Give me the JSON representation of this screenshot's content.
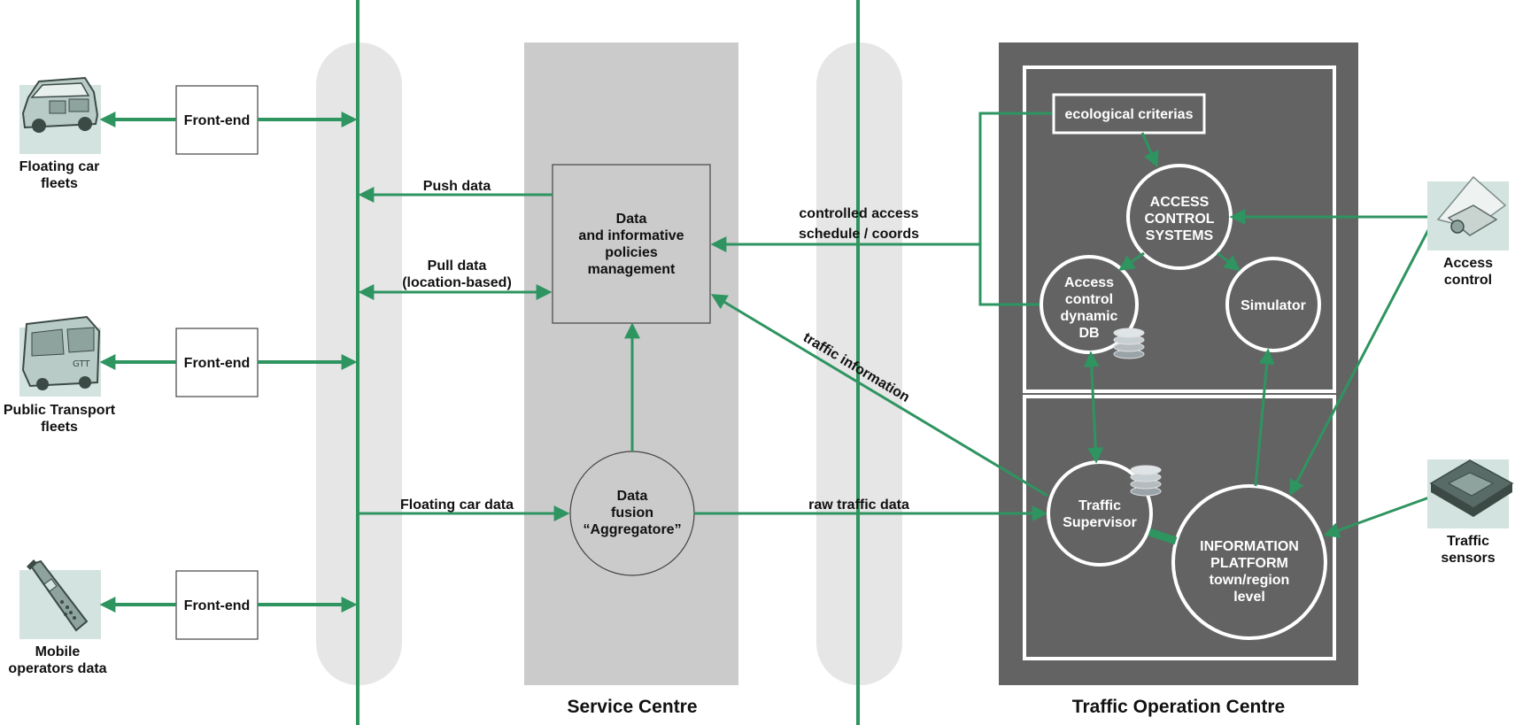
{
  "colors": {
    "arrow_green": "#2e9460",
    "bus_band": "#e6e6e6",
    "service_centre_bg": "#cbcbcb",
    "toc_bg": "#636363",
    "white": "#ffffff"
  },
  "sources": {
    "floating_car": {
      "line1": "Floating car",
      "line2": "fleets",
      "icon": "van-icon"
    },
    "public_transport": {
      "line1": "Public Transport",
      "line2": "fleets",
      "icon": "bus-icon"
    },
    "mobile": {
      "line1": "Mobile",
      "line2": "operators data",
      "icon": "mobile-phone-icon"
    }
  },
  "frontends": {
    "fe1": "Front-end",
    "fe2": "Front-end",
    "fe3": "Front-end"
  },
  "service_centre": {
    "title": "Service Centre",
    "dm_lines": [
      "Data",
      "and informative",
      "policies",
      "management"
    ],
    "fusion_lines": [
      "Data",
      "fusion",
      "“Aggregatore”"
    ]
  },
  "edges": {
    "push_data": "Push data",
    "pull_data_1": "Pull data",
    "pull_data_2": "(location-based)",
    "floating_car_data": "Floating car data",
    "controlled_access": "controlled access",
    "schedule_coords": "schedule / coords",
    "traffic_information": "traffic information",
    "raw_traffic_data": "raw traffic data"
  },
  "toc": {
    "title": "Traffic Operation Centre",
    "ecological": "ecological criterias",
    "acs_lines": [
      "ACCESS",
      "CONTROL",
      "SYSTEMS"
    ],
    "acdb_lines": [
      "Access",
      "control",
      "dynamic",
      "DB"
    ],
    "simulator": "Simulator",
    "ts_lines": [
      "Traffic",
      "Supervisor"
    ],
    "ip_lines": [
      "INFORMATION",
      "PLATFORM",
      "town/region",
      "level"
    ]
  },
  "external": {
    "access_control": {
      "line1": "Access",
      "line2": "control",
      "icon": "camera-icon"
    },
    "traffic_sensors": {
      "line1": "Traffic",
      "line2": "sensors",
      "icon": "sensor-icon"
    }
  }
}
